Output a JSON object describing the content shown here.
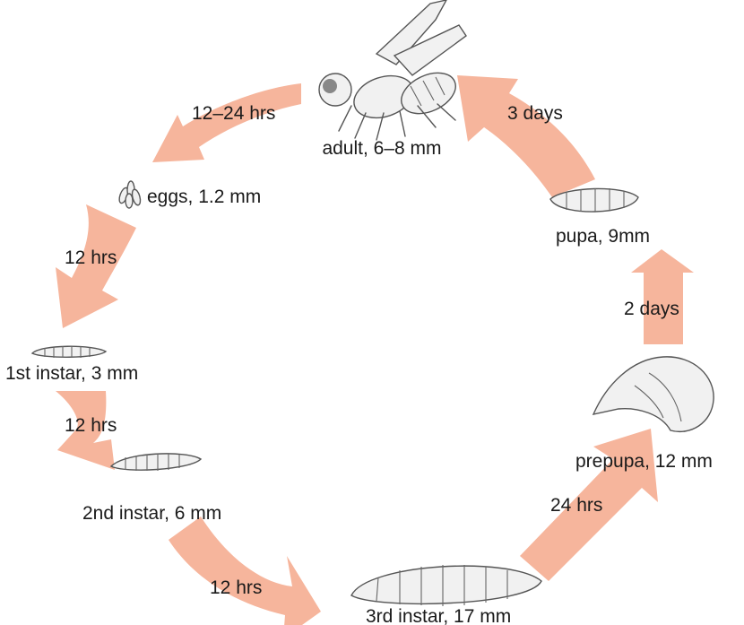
{
  "stages": {
    "adult": "adult, 6–8 mm",
    "eggs": "eggs, 1.2 mm",
    "first_instar": "1st instar, 3 mm",
    "second_instar": "2nd instar, 6 mm",
    "third_instar": "3rd instar, 17 mm",
    "prepupa": "prepupa, 12 mm",
    "pupa": "pupa, 9mm"
  },
  "durations": {
    "adult_to_eggs": "12–24 hrs",
    "eggs_to_first": "12 hrs",
    "first_to_second": "12 hrs",
    "second_to_third": "12 hrs",
    "third_to_prepupa": "24 hrs",
    "prepupa_to_pupa": "2 days",
    "pupa_to_adult": "3 days"
  },
  "colors": {
    "arrow": "#f6b59c",
    "text": "#1a1a1a"
  },
  "icons": [
    "fly-icon",
    "eggs-icon",
    "larva-icon",
    "prepupa-icon",
    "pupa-icon"
  ]
}
